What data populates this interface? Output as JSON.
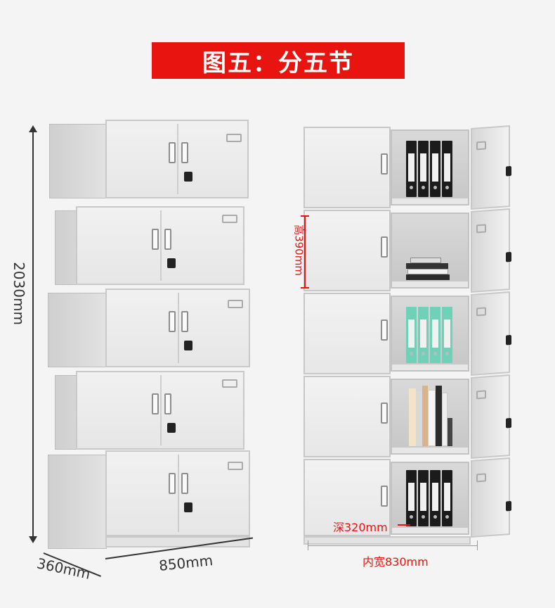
{
  "title": "图五：分五节",
  "dimensions": {
    "height_total": "2030mm",
    "depth": "360mm",
    "width": "850mm",
    "section_height": "高390mm",
    "inner_depth": "深320mm",
    "inner_width": "内宽830mm"
  },
  "colors": {
    "accent": "#e8140f",
    "cabinet": "#eaeaea",
    "binder_black": "#1b1b1b",
    "binder_teal": "#6fd1b8"
  }
}
